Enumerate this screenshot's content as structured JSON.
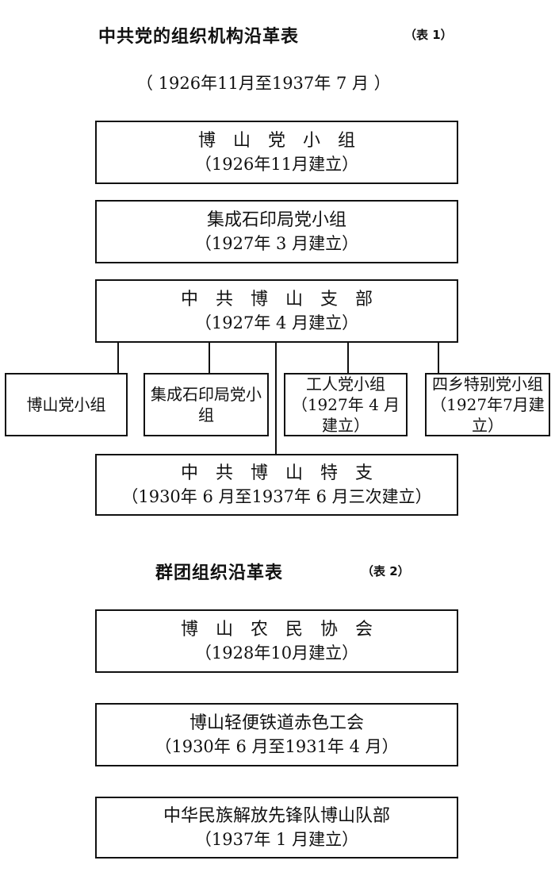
{
  "table1": {
    "title": "中共党的组织机构沿革表",
    "tag": "（表 1）",
    "period": "（ 1926年11月至1937年 7 月 ）",
    "boxes": [
      {
        "name": "博　山　党　小　组",
        "date": "（1926年11月建立）"
      },
      {
        "name": "集成石印局党小组",
        "date": "（1927年 3 月建立）"
      },
      {
        "name": "中　共　博　山　支　部",
        "date": "（1927年 4 月建立）"
      }
    ],
    "branches": [
      {
        "text": "博山党小组"
      },
      {
        "text": "集成石印局党小　组"
      },
      {
        "text": "工人党小组（1927年 4 月建立）"
      },
      {
        "text": "四乡特别党小组（1927年7月建立）"
      }
    ],
    "special": {
      "name": "中　共　博　山　特　支",
      "date": "（1930年 6 月至1937年 6 月三次建立）"
    }
  },
  "table2": {
    "title": "群团组织沿革表",
    "tag": "（表 2）",
    "boxes": [
      {
        "name": "博　山　农　民　协　会",
        "date": "（1928年10月建立）"
      },
      {
        "name": "博山轻便铁道赤色工会",
        "date": "（1930年 6 月至1931年 4 月）"
      },
      {
        "name": "中华民族解放先锋队博山队部",
        "date": "（1937年 1 月建立）"
      }
    ]
  }
}
